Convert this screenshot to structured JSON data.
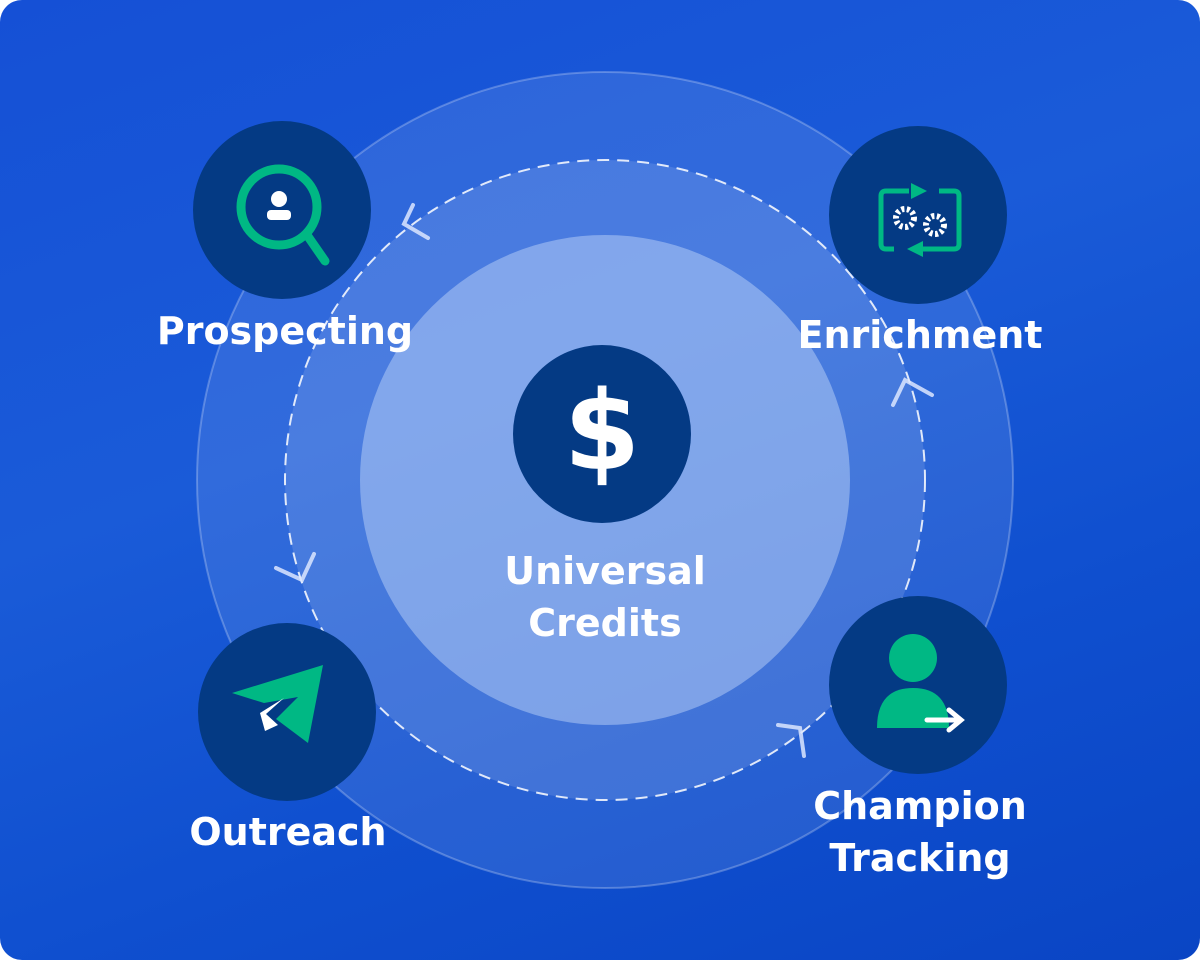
{
  "center": {
    "line1": "Universal",
    "line2": "Credits",
    "icon": "dollar-icon"
  },
  "nodes": [
    {
      "label": "Prospecting",
      "icon": "search-person-icon"
    },
    {
      "label": "Enrichment",
      "icon": "gears-cycle-icon"
    },
    {
      "label": "Outreach",
      "icon": "paper-plane-icon"
    },
    {
      "line1": "Champion",
      "line2": "Tracking",
      "icon": "person-arrow-icon"
    }
  ],
  "colors": {
    "node": "#043a84",
    "accent": "#00b884"
  }
}
